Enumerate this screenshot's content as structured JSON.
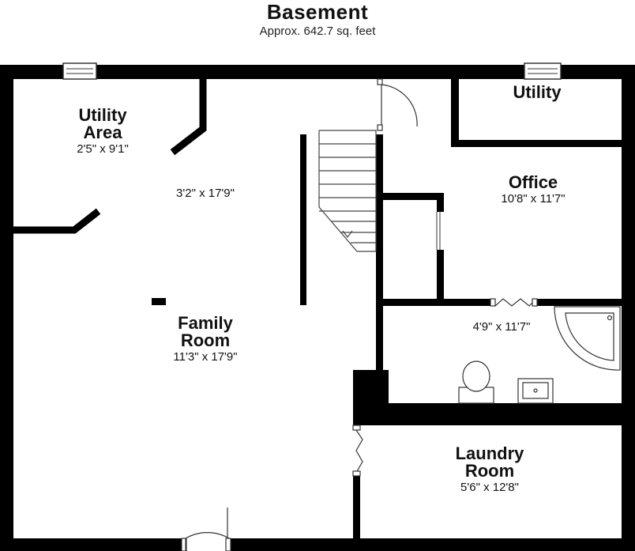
{
  "header": {
    "title": "Basement",
    "subtitle": "Approx. 642.7 sq. feet"
  },
  "rooms": {
    "utility_area": {
      "name_line1": "Utility",
      "name_line2": "Area",
      "dims": "2'5\" x 9'1\""
    },
    "hall": {
      "dims": "3'2\" x 17'9\""
    },
    "utility": {
      "name": "Utility"
    },
    "office": {
      "name": "Office",
      "dims": "10'8\" x 11'7\""
    },
    "bath": {
      "dims": "4'9\" x 11'7\""
    },
    "family_room": {
      "name_line1": "Family",
      "name_line2": "Room",
      "dims": "11'3\" x 17'9\""
    },
    "laundry_room": {
      "name_line1": "Laundry",
      "name_line2": "Room",
      "dims": "5'6\" x 12'8\""
    }
  },
  "colors": {
    "wall": "#000000",
    "background": "#ffffff",
    "fixture_stroke": "#333333"
  }
}
